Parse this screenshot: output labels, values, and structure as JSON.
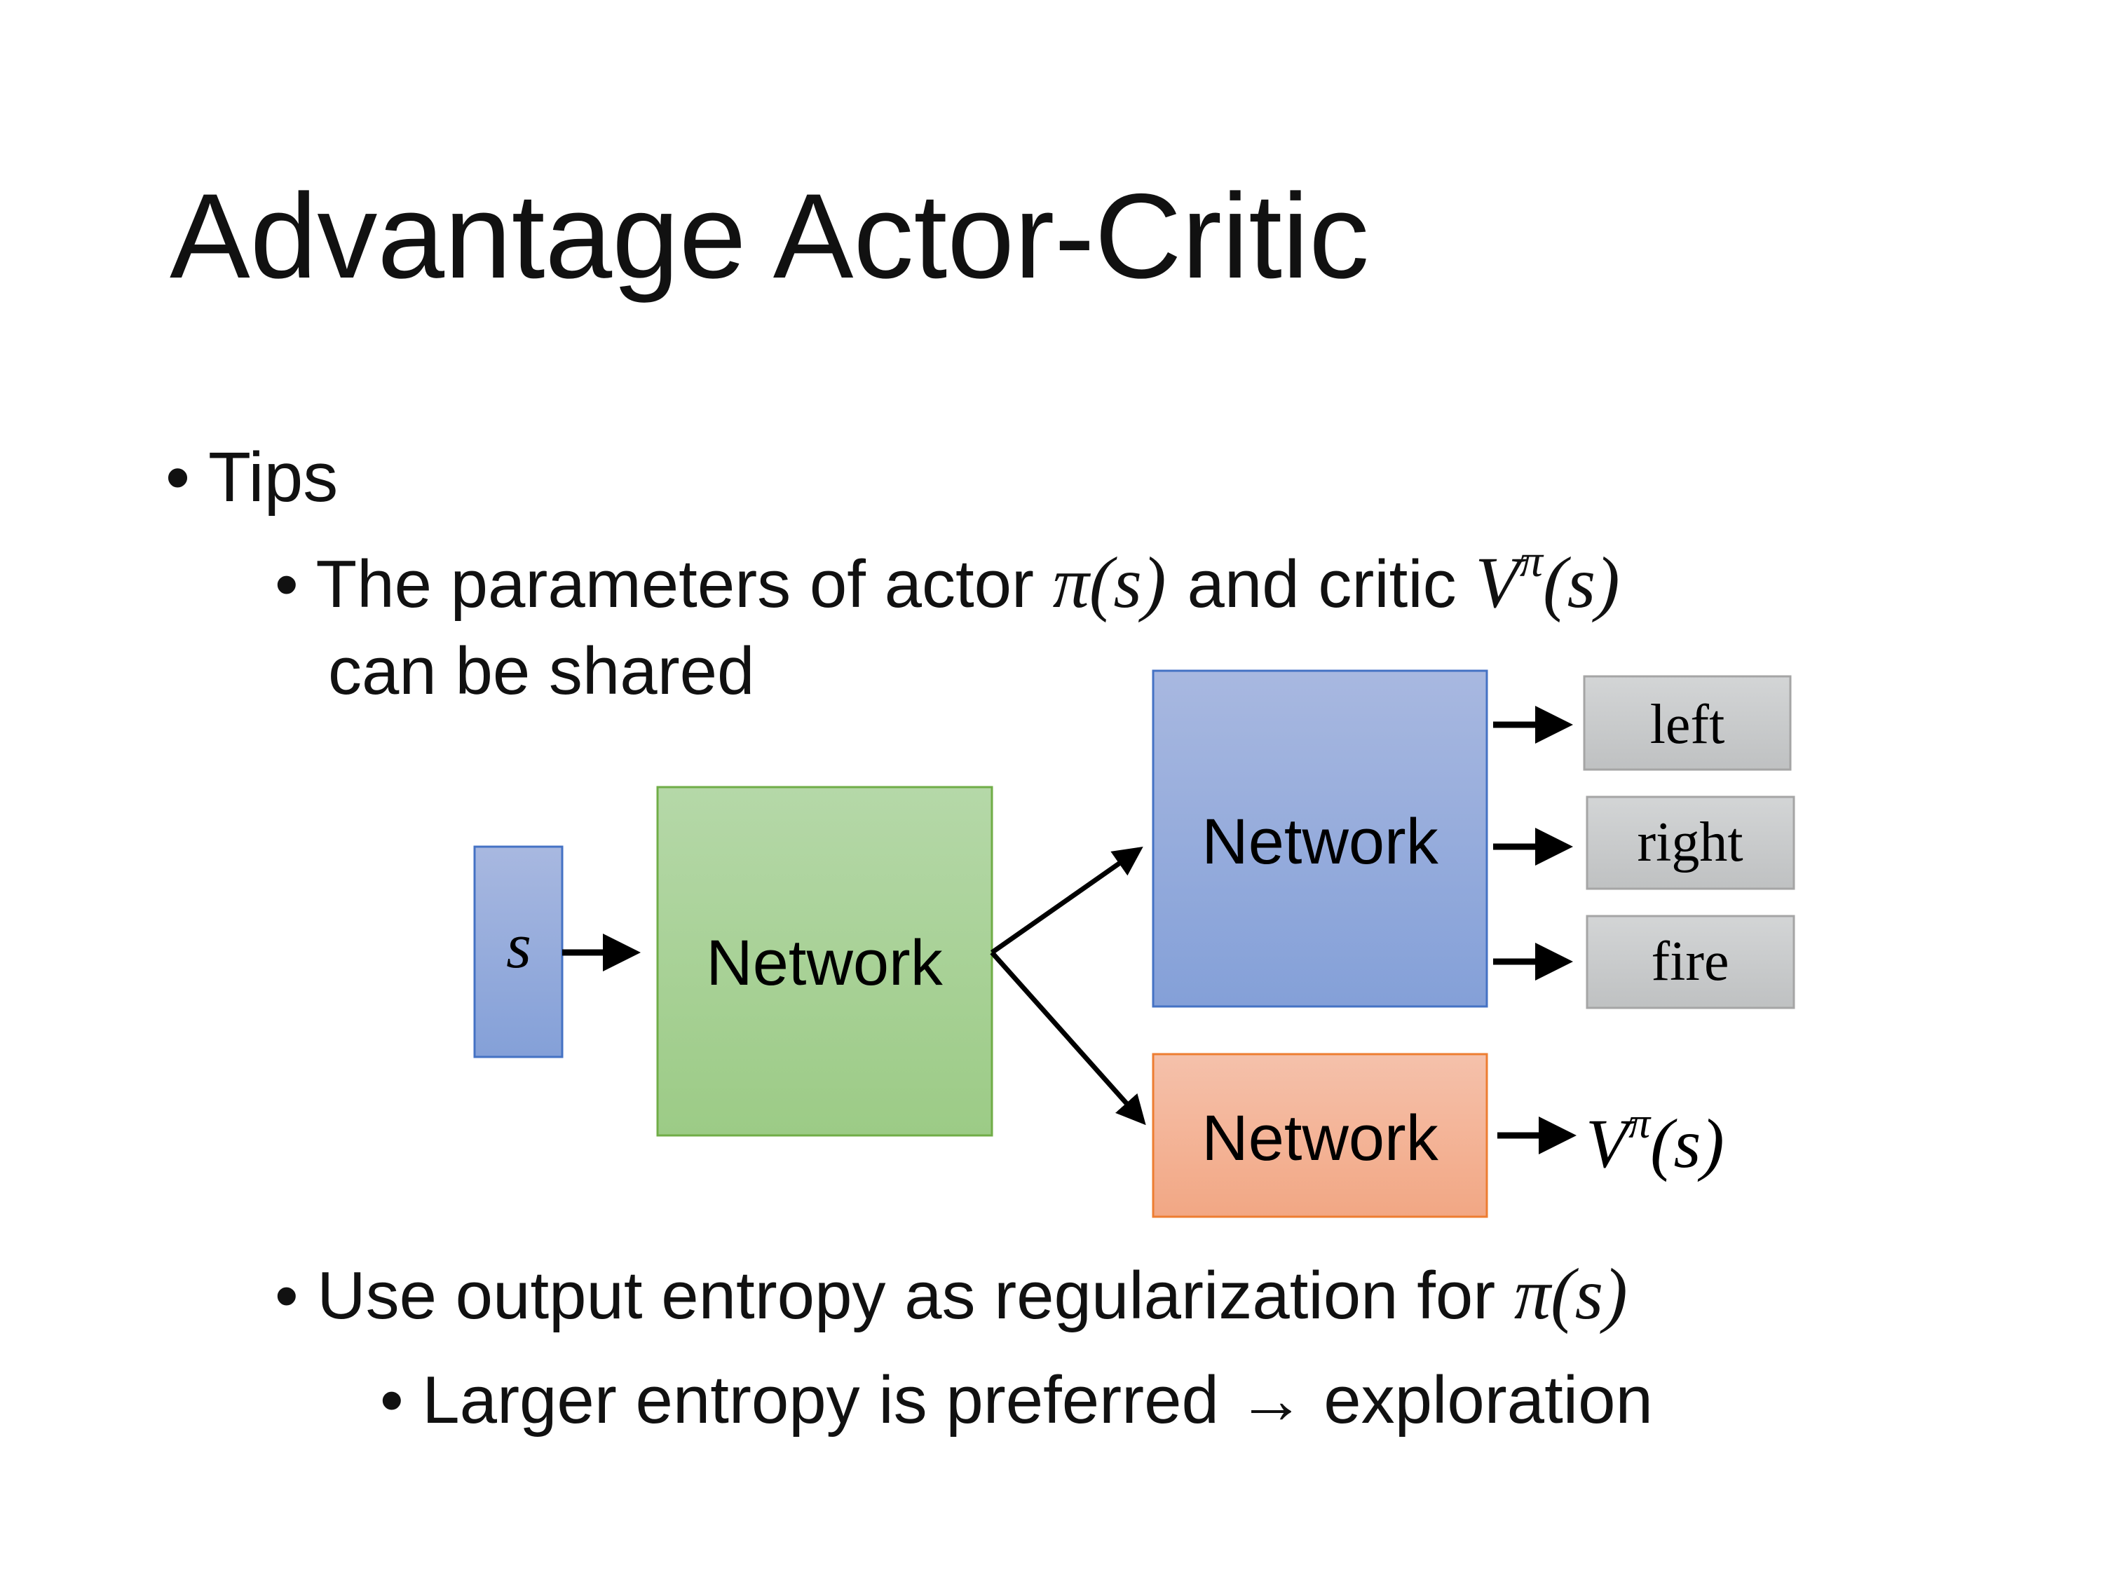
{
  "slide": {
    "title": "Advantage Actor-Critic",
    "bullets": {
      "tips": "Tips",
      "shared_line1_a": "The parameters of actor ",
      "pi_s": "π(s)",
      "shared_line1_b": "and critic ",
      "V": "V",
      "pi": "π",
      "paren_s": "(s)",
      "shared_line2": "can be shared",
      "entropy": "Use output entropy as regularization for ",
      "larger": "Larger entropy is preferred → exploration"
    }
  },
  "diagram": {
    "input": "s",
    "shared_network": "Network",
    "actor_network": "Network",
    "critic_network": "Network",
    "actions": [
      "left",
      "right",
      "fire"
    ],
    "critic_output": {
      "V": "V",
      "pi": "π",
      "arg": "(s)"
    },
    "colors": {
      "input": "#8EA5DA",
      "shared": "#A9D39A",
      "actor": "#93A8DA",
      "critic": "#F3B498",
      "action": "#C9CBCC"
    }
  }
}
